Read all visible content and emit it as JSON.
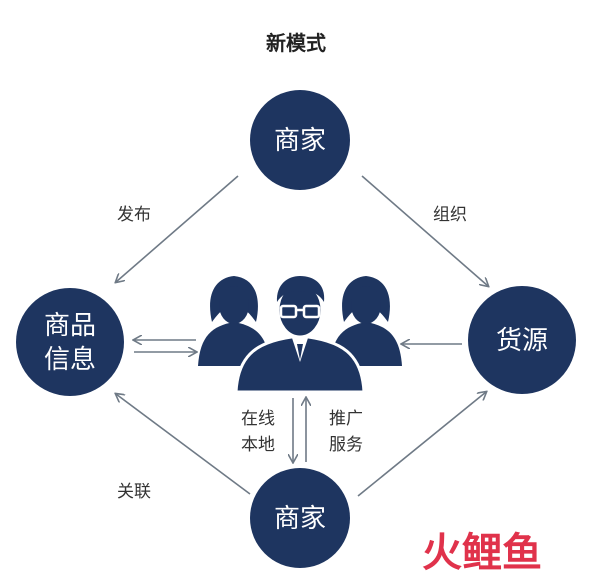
{
  "title": "新模式",
  "colors": {
    "node": "#1e3560",
    "arrow": "#6f7a86",
    "label": "#333333",
    "logo": "#e0324b"
  },
  "nodes": {
    "merchant_top": "商家",
    "goods_info_line1": "商品",
    "goods_info_line2": "信息",
    "supply": "货源",
    "merchant_bottom": "商家"
  },
  "edge_labels": {
    "publish": "发布",
    "organize": "组织",
    "link": "关联",
    "online_line1": "在线",
    "online_line2": "本地",
    "promote_line1": "推广",
    "promote_line2": "服务"
  },
  "people_icon": "people-group-icon",
  "watermark": "火鲤鱼"
}
